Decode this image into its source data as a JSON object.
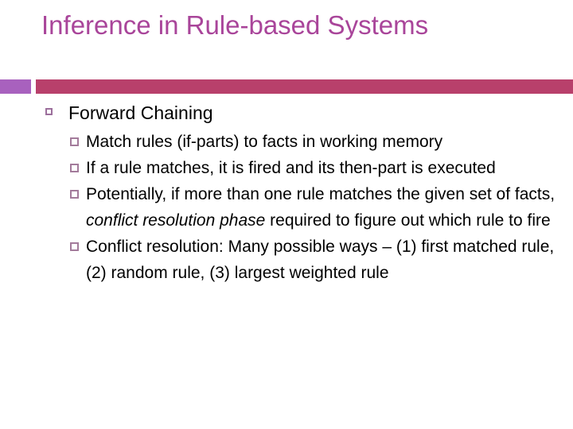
{
  "slide": {
    "title": "Inference in Rule-based Systems",
    "colors": {
      "title_text": "#a9459a",
      "band_left": "#a861be",
      "band_main": "#b8406b",
      "bullet_level1": "#9c6f9c",
      "bullet_level2": "#a37b9b",
      "body_text": "#000000",
      "background": "#ffffff"
    },
    "bullets": {
      "level1": {
        "marker": "hollow-square-bullet",
        "text": "Forward Chaining"
      },
      "level2": [
        {
          "marker": "hollow-square-bullet",
          "text": "Match rules (if-parts) to facts in working memory",
          "pre_italic": "Match rules (if-parts) to facts in working memory",
          "italic": "",
          "post_italic": ""
        },
        {
          "marker": "hollow-square-bullet",
          "text": "If a rule matches, it is fired and its then-part is executed",
          "pre_italic": "If a rule matches, it is fired and its then-part is executed",
          "italic": "",
          "post_italic": ""
        },
        {
          "marker": "hollow-square-bullet",
          "text": "Potentially, if more than one rule matches the given set of facts, conflict resolution phase required to figure out which rule to fire",
          "pre_italic": "Potentially, if more than one rule matches the given set of facts, ",
          "italic": "conflict resolution phase",
          "post_italic": " required to figure out which rule to fire"
        },
        {
          "marker": "hollow-square-bullet",
          "text": "Conflict resolution: Many possible ways – (1) first matched rule, (2) random rule, (3) largest weighted rule",
          "pre_italic": "Conflict resolution: Many possible ways – (1) first matched rule, (2) random rule, (3) largest weighted rule",
          "italic": "",
          "post_italic": ""
        }
      ]
    }
  }
}
